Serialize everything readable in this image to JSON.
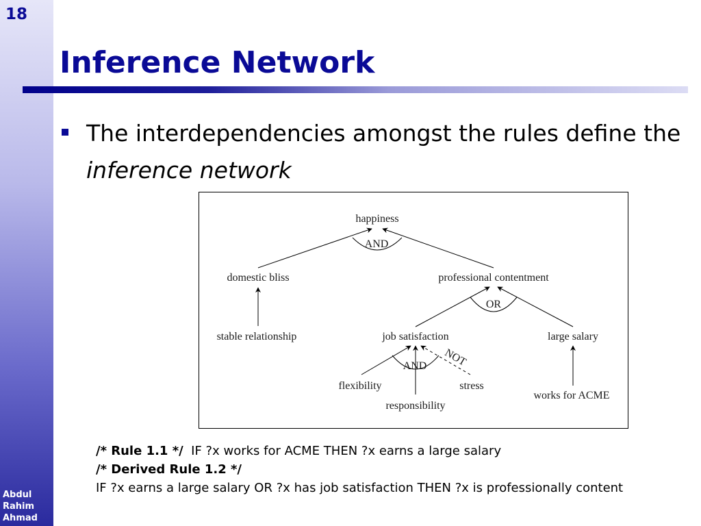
{
  "slide": {
    "number": "18",
    "author": "Abdul Rahim Ahmad",
    "title": "Inference Network",
    "bullet": {
      "text_before": "The interdependencies amongst the rules define the ",
      "text_italic": "inference network"
    }
  },
  "diagram": {
    "nodes": {
      "happiness": "happiness",
      "domestic_bliss": "domestic bliss",
      "professional_contentment": "professional contentment",
      "stable_relationship": "stable relationship",
      "job_satisfaction": "job satisfaction",
      "large_salary": "large salary",
      "flexibility": "flexibility",
      "responsibility": "responsibility",
      "stress": "stress",
      "works_for_acme": "works for ACME"
    },
    "connectors": {
      "and_top": "AND",
      "or": "OR",
      "and_bottom": "AND",
      "not": "NOT"
    }
  },
  "rules": {
    "rule1_label": "/* Rule 1.1 */",
    "rule1_text": "IF ?x works for ACME THEN ?x earns a large salary",
    "rule2_label": "/* Derived Rule 1.2 */",
    "rule2_text": "IF ?x earns a large salary OR ?x has job satisfaction THEN ?x is  professionally content"
  }
}
